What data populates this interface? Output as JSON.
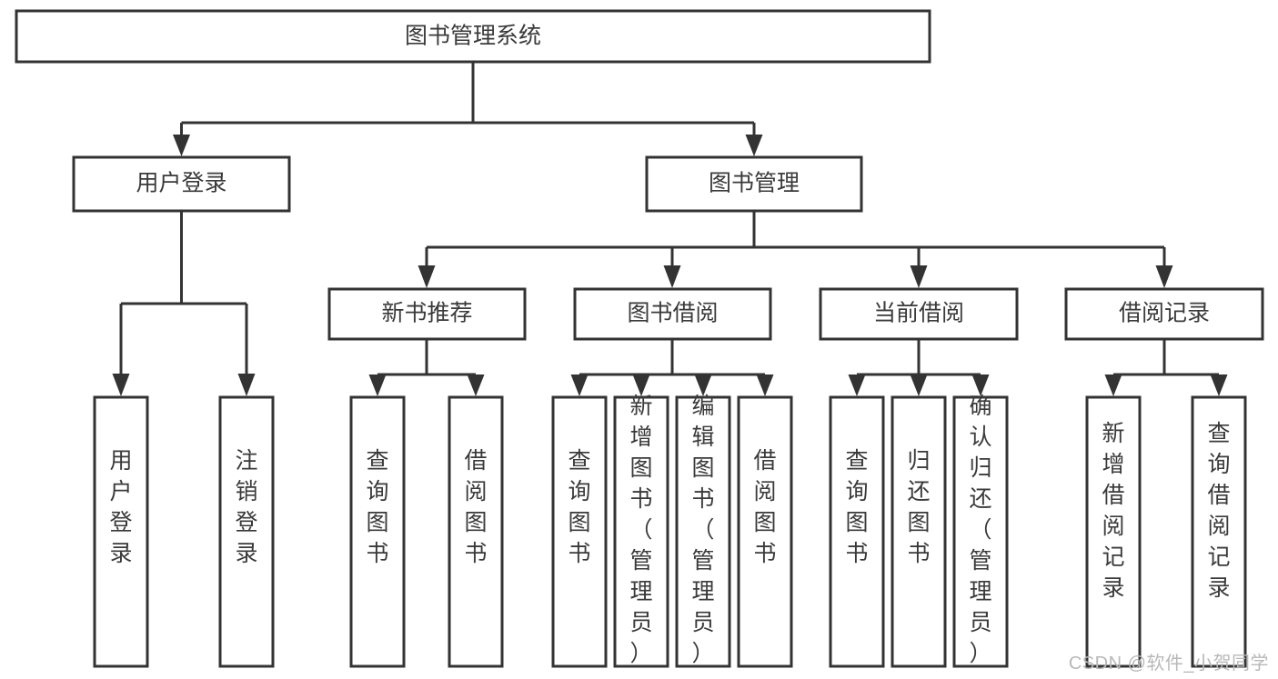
{
  "diagram": {
    "type": "tree-hierarchy",
    "title": "图书管理系统",
    "watermark": "CSDN @软件_小贺同学",
    "colors": {
      "stroke": "#333333",
      "fill": "#ffffff",
      "text": "#3a3a3a",
      "watermark": "#b8b8b8"
    },
    "levels": [
      {
        "level": 1,
        "nodes": [
          {
            "id": "root",
            "label": "图书管理系统",
            "orientation": "horizontal"
          }
        ]
      },
      {
        "level": 2,
        "nodes": [
          {
            "id": "login",
            "label": "用户登录",
            "orientation": "horizontal",
            "parent": "root"
          },
          {
            "id": "bookmgmt",
            "label": "图书管理",
            "orientation": "horizontal",
            "parent": "root"
          }
        ]
      },
      {
        "level": 3,
        "nodes": [
          {
            "id": "newbook",
            "label": "新书推荐",
            "orientation": "horizontal",
            "parent": "bookmgmt"
          },
          {
            "id": "borrow",
            "label": "图书借阅",
            "orientation": "horizontal",
            "parent": "bookmgmt"
          },
          {
            "id": "current",
            "label": "当前借阅",
            "orientation": "horizontal",
            "parent": "bookmgmt"
          },
          {
            "id": "records",
            "label": "借阅记录",
            "orientation": "horizontal",
            "parent": "bookmgmt"
          }
        ]
      },
      {
        "level": 4,
        "nodes": [
          {
            "id": "leaf1",
            "label": "用户登录",
            "orientation": "vertical",
            "parent": "login"
          },
          {
            "id": "leaf2",
            "label": "注销登录",
            "orientation": "vertical",
            "parent": "login"
          },
          {
            "id": "leaf3",
            "label": "查询图书",
            "orientation": "vertical",
            "parent": "newbook"
          },
          {
            "id": "leaf4",
            "label": "借阅图书",
            "orientation": "vertical",
            "parent": "newbook"
          },
          {
            "id": "leaf5",
            "label": "查询图书",
            "orientation": "vertical",
            "parent": "borrow"
          },
          {
            "id": "leaf6",
            "label": "新增图书（管理员）",
            "orientation": "vertical",
            "parent": "borrow"
          },
          {
            "id": "leaf7",
            "label": "编辑图书（管理员）",
            "orientation": "vertical",
            "parent": "borrow"
          },
          {
            "id": "leaf8",
            "label": "借阅图书",
            "orientation": "vertical",
            "parent": "borrow"
          },
          {
            "id": "leaf9",
            "label": "查询图书",
            "orientation": "vertical",
            "parent": "current"
          },
          {
            "id": "leaf10",
            "label": "归还图书",
            "orientation": "vertical",
            "parent": "current"
          },
          {
            "id": "leaf11",
            "label": "确认归还（管理员）",
            "orientation": "vertical",
            "parent": "current"
          },
          {
            "id": "leaf12",
            "label": "新增借阅记录",
            "orientation": "vertical",
            "parent": "records"
          },
          {
            "id": "leaf13",
            "label": "查询借阅记录",
            "orientation": "vertical",
            "parent": "records"
          }
        ]
      }
    ]
  }
}
